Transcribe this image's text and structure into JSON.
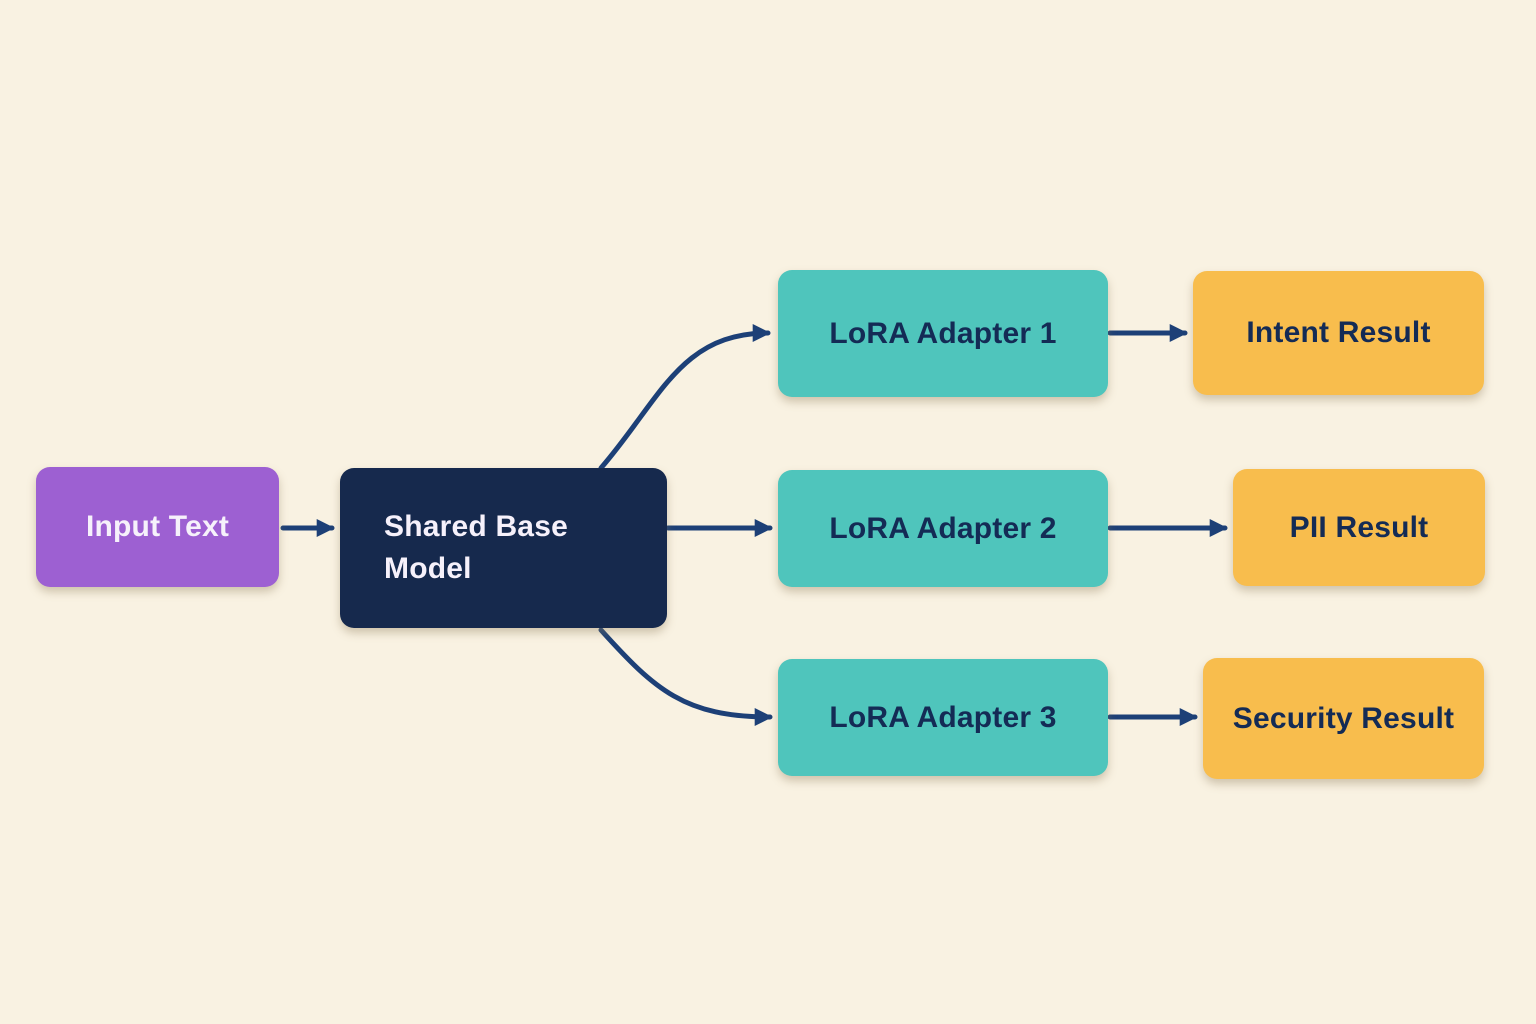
{
  "colors": {
    "background": "#f9f2e2",
    "purple": "#9d60d2",
    "navy": "#16294d",
    "teal": "#4fc5bc",
    "amber": "#f8bd4d",
    "arrow": "#1d4077",
    "text_light": "#f6f1fb",
    "text_dark": "#142b55"
  },
  "nodes": {
    "input": {
      "label": "Input Text"
    },
    "base": {
      "label": "Shared Base Model"
    },
    "adapter1": {
      "label": "LoRA Adapter 1"
    },
    "adapter2": {
      "label": "LoRA Adapter 2"
    },
    "adapter3": {
      "label": "LoRA Adapter 3"
    },
    "result1": {
      "label": "Intent Result"
    },
    "result2": {
      "label": "PII Result"
    },
    "result3": {
      "label": "Security Result"
    }
  },
  "edges": [
    {
      "from": "input",
      "to": "base"
    },
    {
      "from": "base",
      "to": "adapter1"
    },
    {
      "from": "base",
      "to": "adapter2"
    },
    {
      "from": "base",
      "to": "adapter3"
    },
    {
      "from": "adapter1",
      "to": "result1"
    },
    {
      "from": "adapter2",
      "to": "result2"
    },
    {
      "from": "adapter3",
      "to": "result3"
    }
  ]
}
